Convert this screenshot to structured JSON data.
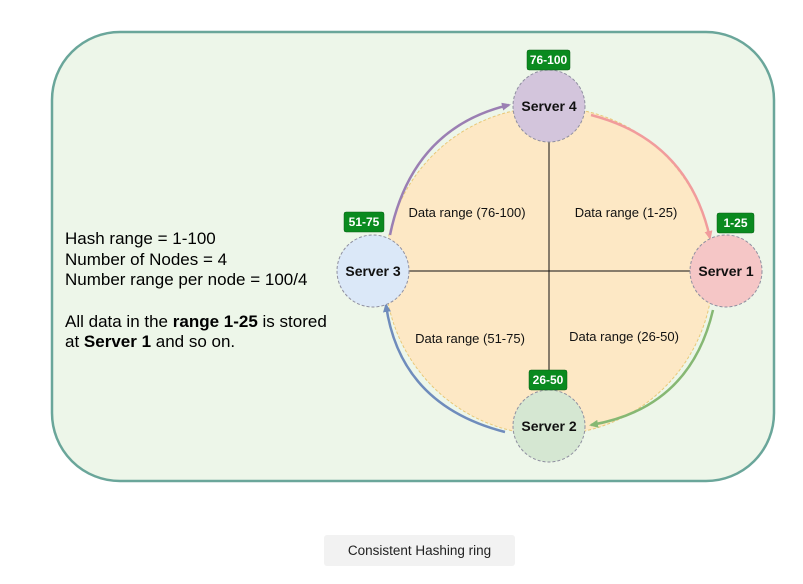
{
  "diagram": {
    "servers": [
      {
        "id": "s4",
        "label": "Server 4",
        "range_badge": "76-100",
        "fill": "#d3c5dc"
      },
      {
        "id": "s1",
        "label": "Server 1",
        "range_badge": "1-25",
        "fill": "#f5c6c6"
      },
      {
        "id": "s2",
        "label": "Server 2",
        "range_badge": "26-50",
        "fill": "#d5e7d2"
      },
      {
        "id": "s3",
        "label": "Server 3",
        "range_badge": "51-75",
        "fill": "#dbe8f8"
      }
    ],
    "quadrant_labels": {
      "top_left": "Data range (76-100)",
      "top_right": "Data range (1-25)",
      "bottom_right": "Data range (26-50)",
      "bottom_left": "Data range (51-75)"
    },
    "description": {
      "line1": "Hash range = 1-100",
      "line2": "Number of Nodes = 4",
      "line3": "Number range per node = 100/4",
      "line4_pre": "All data in the ",
      "line4_bold": "range 1-25",
      "line4_post": " is stored",
      "line5_pre": "at ",
      "line5_bold": "Server 1",
      "line5_post": " and so on."
    },
    "colors": {
      "panel_fill": "#edf6e9",
      "panel_border": "#6aa69a",
      "ring_fill": "#fde8c5",
      "badge_fill": "#0a8a1f",
      "arrow_top_right": "#f19c9c",
      "arrow_bottom_right": "#86b873",
      "arrow_bottom_left": "#6f8cbc",
      "arrow_top_left": "#9b7fb3"
    }
  },
  "caption": "Consistent Hashing ring"
}
